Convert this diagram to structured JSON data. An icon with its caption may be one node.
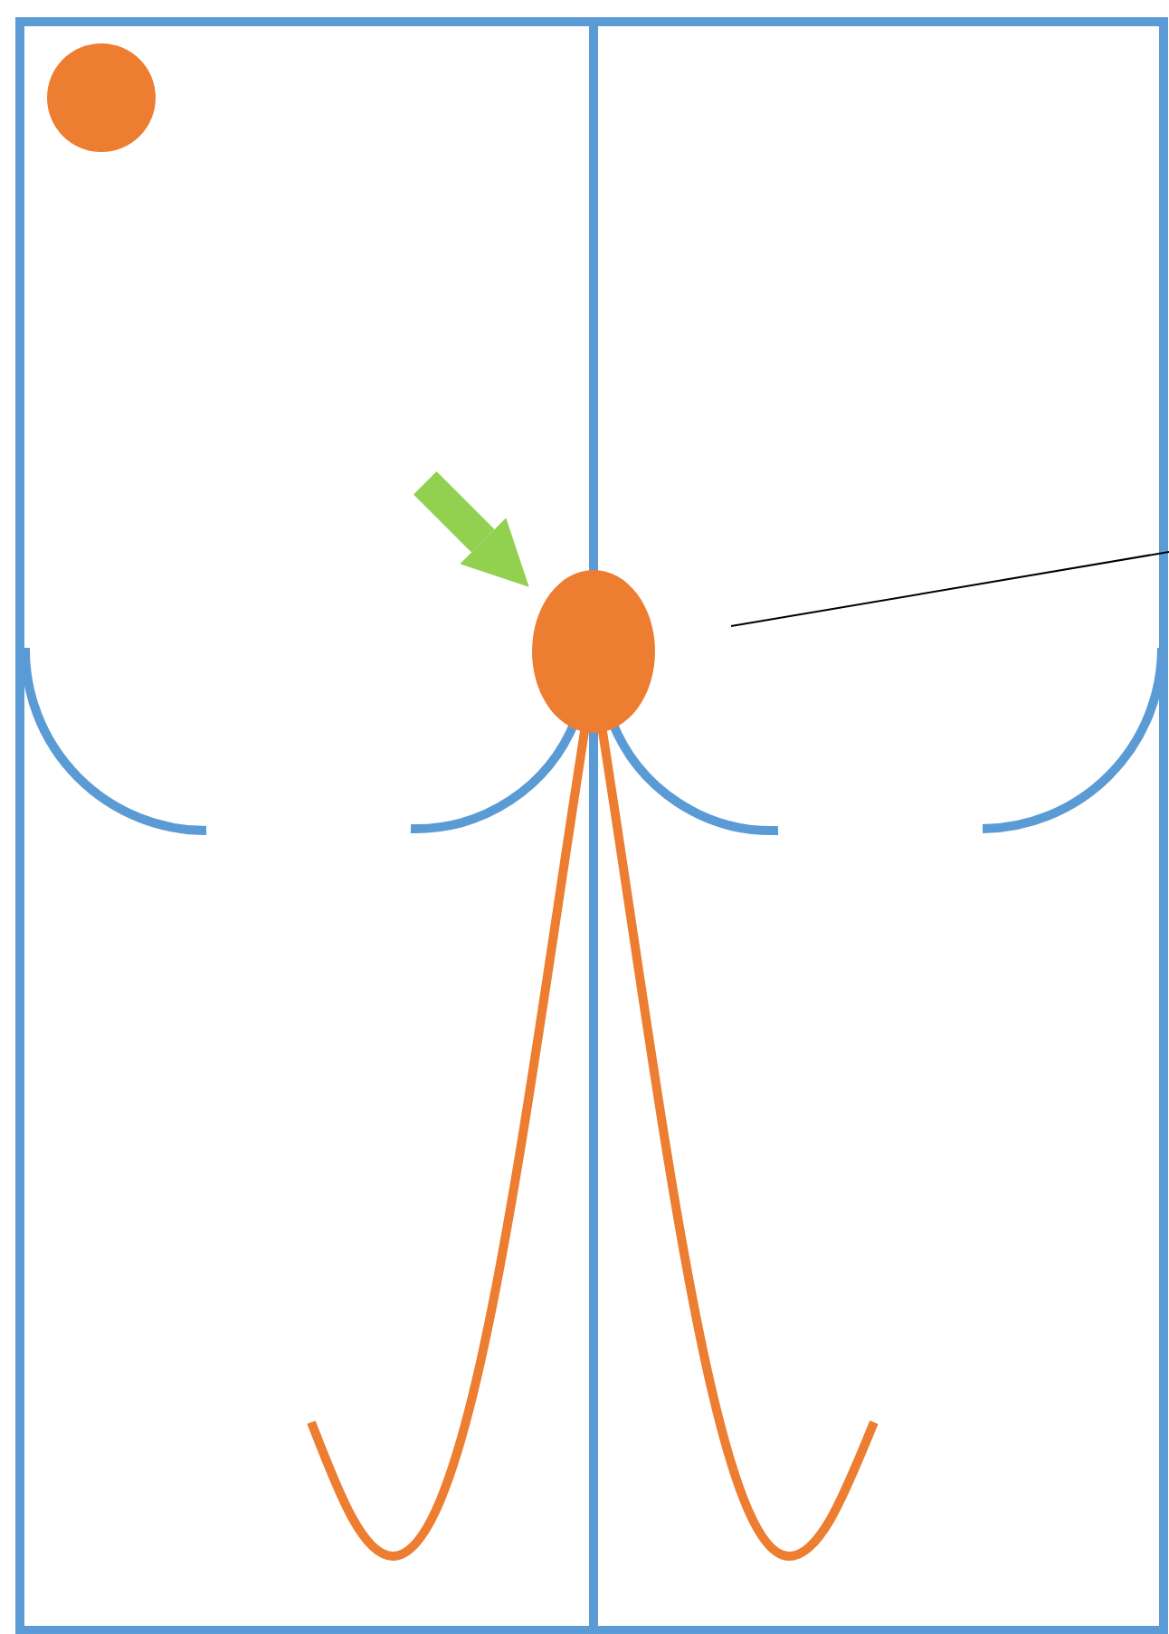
{
  "diagram": {
    "nodes": [
      {
        "text": [],
        "shape": "circle"
      },
      {
        "text": [],
        "shape": "circle"
      }
    ],
    "edges": [
      {
        "from": null,
        "to": 1,
        "arrow": "to",
        "color": "#92d050"
      }
    ]
  }
}
